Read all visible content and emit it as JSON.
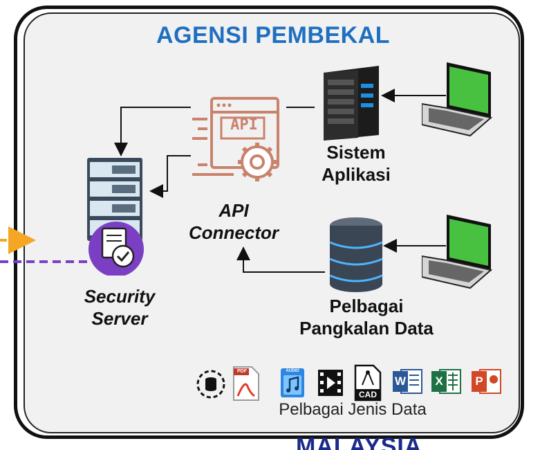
{
  "title": "AGENSI PEMBEKAL",
  "nodes": {
    "api_connector": {
      "line1": "API",
      "line2": "Connector",
      "icon_text": "API"
    },
    "security_server": {
      "line1": "Security",
      "line2": "Server"
    },
    "sistem_aplikasi": {
      "line1": "Sistem",
      "line2": "Aplikasi"
    },
    "pangkalan_data": {
      "line1": "Pelbagai",
      "line2": "Pangkalan Data"
    }
  },
  "data_types": {
    "label": "Pelbagai Jenis Data",
    "icons": [
      "database-sync-icon",
      "pdf-icon",
      "audio-file-icon",
      "video-file-icon",
      "cad-file-icon",
      "word-icon",
      "excel-icon",
      "powerpoint-icon"
    ],
    "badges": {
      "pdf": "PDF",
      "audio": "AUDIO",
      "cad": "CAD",
      "word": "W",
      "excel": "X",
      "powerpoint": "P"
    }
  },
  "watermark": "MALAYSIA",
  "colors": {
    "title": "#1f6fc0",
    "purple": "#7b3fc4",
    "orange": "#f5a623",
    "api": "#c9826b"
  }
}
